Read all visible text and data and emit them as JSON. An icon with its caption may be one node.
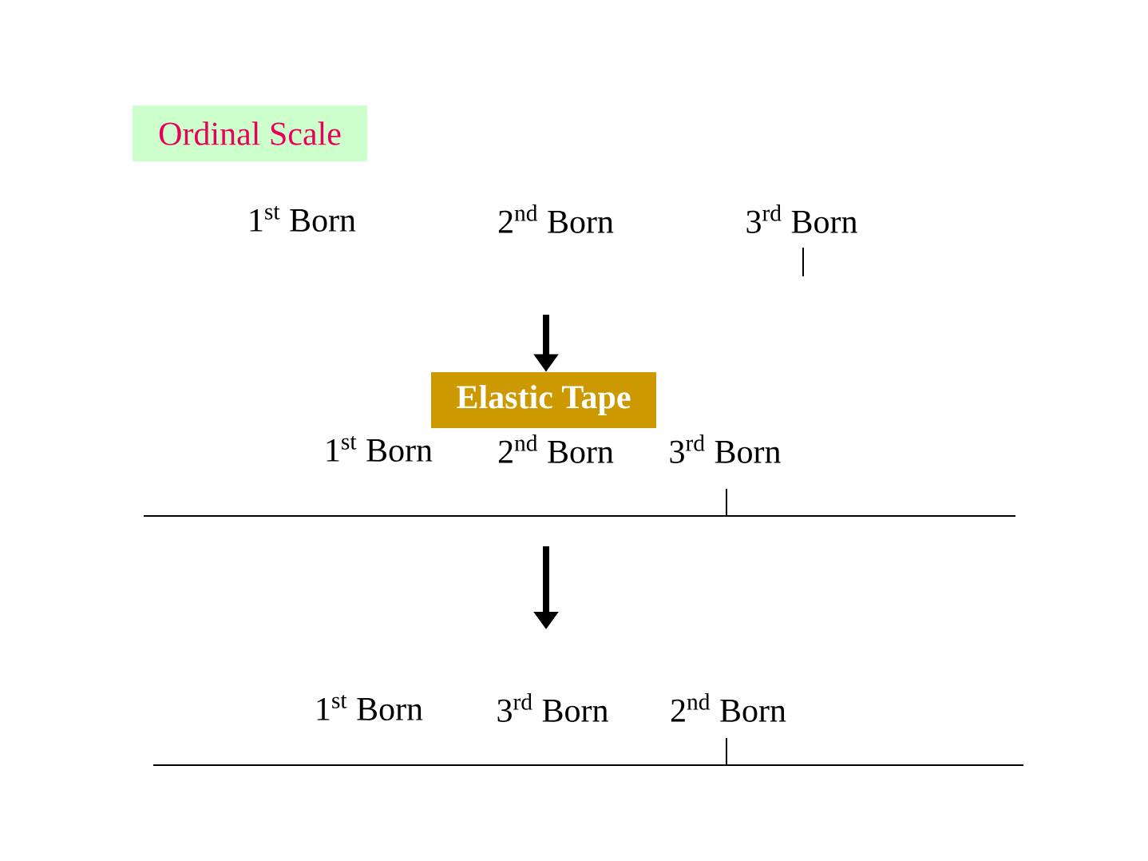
{
  "diagram": {
    "nodes": [
      {
        "text": [
          "Ordinal Scale"
        ]
      },
      {
        "text": [
          "Elastic Tape"
        ]
      }
    ],
    "edges": [
      {
        "from": null,
        "to": 1,
        "arrow": "to"
      }
    ],
    "labels": [
      "1$^{st}$ Born",
      "2$^{nd}$ Born",
      "3$^{rd}$ Born",
      "1$^{st}$ Born",
      "2$^{nd}$ Born",
      "3$^{rd}$ Born",
      "1$^{st}$ Born",
      "3$^{rd}$ Born",
      "2$^{nd}$ Born"
    ]
  }
}
